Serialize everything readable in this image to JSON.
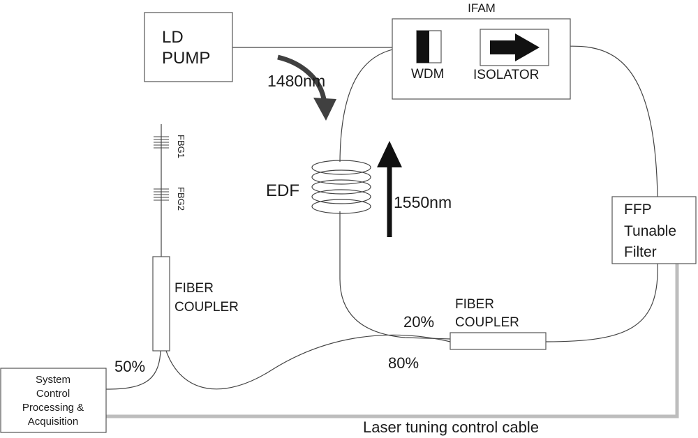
{
  "labels": {
    "ld_pump_line1": "LD",
    "ld_pump_line2": "PUMP",
    "ifam": "IFAM",
    "wdm": "WDM",
    "isolator": "ISOLATOR",
    "pump_wavelength": "1480nm",
    "signal_wavelength": "1550nm",
    "edf": "EDF",
    "fbg1": "FBG1",
    "fbg2": "FBG2",
    "coupler_left_line1": "FIBER",
    "coupler_left_line2": "COUPLER",
    "coupler_right_line1": "FIBER",
    "coupler_right_line2": "COUPLER",
    "ffp_line1": "FFP",
    "ffp_line2": "Tunable",
    "ffp_line3": "Filter",
    "split_20": "20%",
    "split_80": "80%",
    "split_50": "50%",
    "system_line1": "System",
    "system_line2": "Control",
    "system_line3": "Processing &",
    "system_line4": "Acquisition",
    "cable": "Laser tuning control cable"
  },
  "colors": {
    "line": "#444444",
    "cable": "#bdbdbd",
    "arrow_dark": "#404040",
    "arrow_black": "#111111"
  }
}
